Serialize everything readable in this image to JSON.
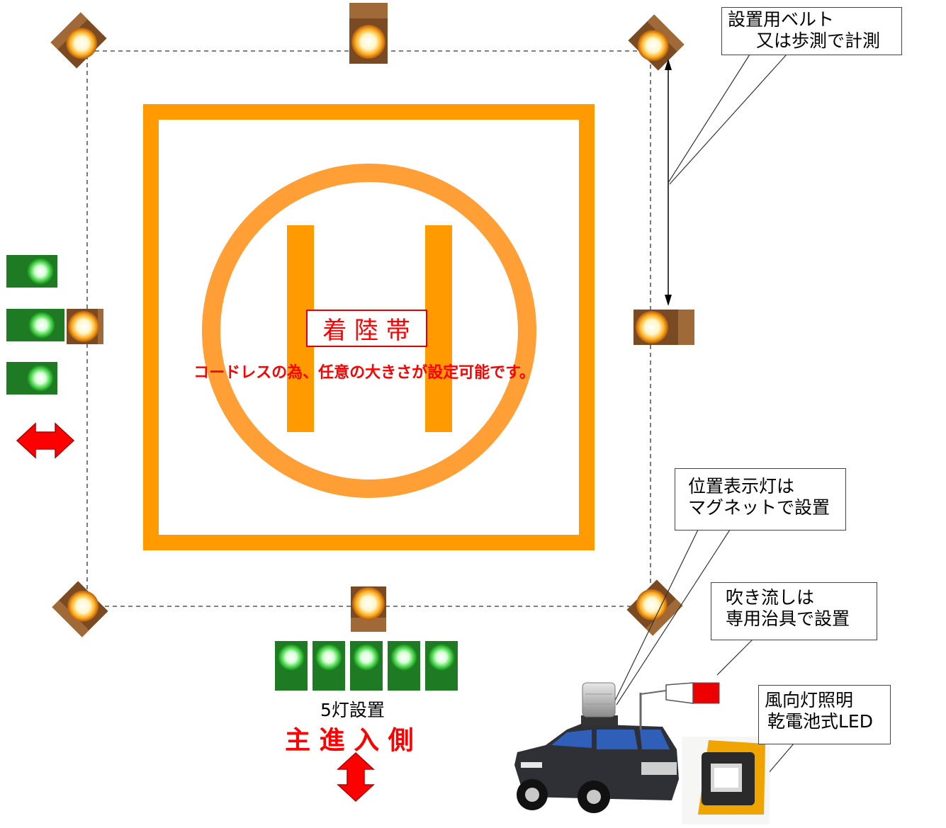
{
  "diagram": {
    "landing_zone_label": "着 陸 帯",
    "cordless_note": "コードレスの為、任意の大きさが設定可能です。",
    "five_lights_label": "5灯設置",
    "main_approach_label": "主 進 入 側",
    "callouts": {
      "belt": [
        "設置用ベルト",
        "又は歩測で計測"
      ],
      "position_light": [
        "位置表示灯は",
        "マグネットで設置"
      ],
      "windsock": [
        "吹き流しは",
        "専用治具で設置"
      ],
      "wind_light": [
        "風向灯照明",
        "乾電池式LED"
      ]
    },
    "colors": {
      "marking_orange": "#ff9a00",
      "circle_orange": "#ff9f35",
      "text_red": "#ff0000",
      "green_light": "#2aa830",
      "amber_light": "#c8772a"
    },
    "icons": [
      "amber-light-icon",
      "green-light-icon",
      "double-arrow-icon",
      "car-icon",
      "beacon-icon",
      "windsock-icon",
      "led-lamp-icon"
    ]
  }
}
